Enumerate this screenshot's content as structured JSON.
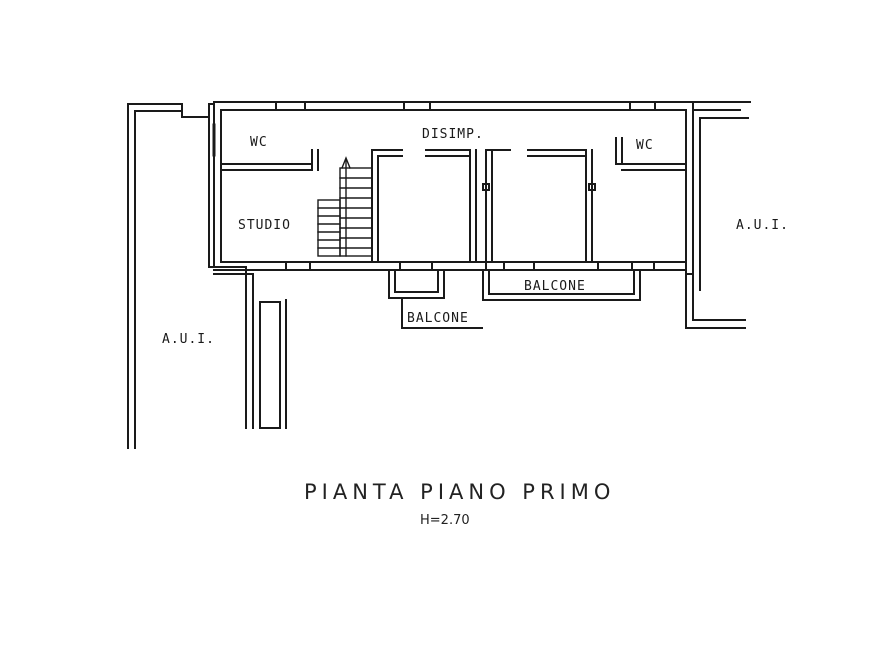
{
  "plan": {
    "title": "PIANTA PIANO PRIMO",
    "height_note": "H=2.70",
    "line_color": "#1a1a1a",
    "rooms": {
      "wc_left": "WC",
      "disimp": "DISIMP.",
      "wc_right": "WC",
      "studio": "STUDIO",
      "aui_right": "A.U.I.",
      "aui_left": "A.U.I.",
      "balcone_right": "BALCONE",
      "balcone_left": "BALCONE"
    }
  }
}
